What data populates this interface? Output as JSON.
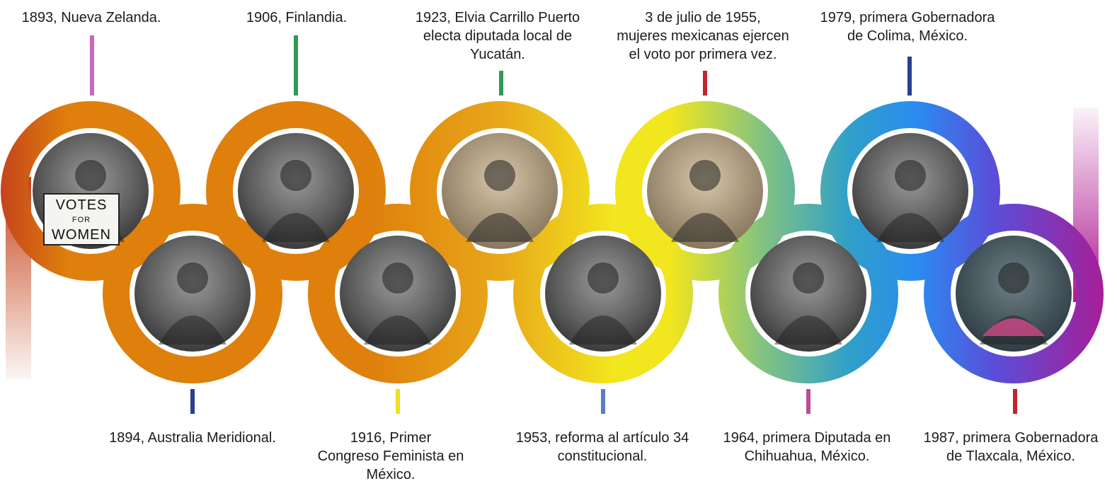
{
  "events": [
    {
      "id": "1893",
      "text": "1893, Nueva Zelanda.",
      "position": "top",
      "marker_color": "#c46ab6",
      "photo": {
        "icon": "votes-for-women-photo",
        "sign_lines": [
          "VOTES",
          "FOR",
          "WOMEN"
        ]
      }
    },
    {
      "id": "1894",
      "text": "1894, Australia Meridional.",
      "position": "bottom",
      "marker_color": "#2a3f8f",
      "photo": {
        "icon": "woman-casting-ballot-photo"
      }
    },
    {
      "id": "1906",
      "text": "1906, Finlandia.",
      "position": "top",
      "marker_color": "#2f9a55",
      "photo": {
        "icon": "group-of-women-photo"
      }
    },
    {
      "id": "1916",
      "text": "1916, Primer\nCongreso Feminista en\nMéxico.",
      "position": "bottom",
      "marker_color": "#f0e020",
      "photo": {
        "icon": "older-woman-voting-photo"
      }
    },
    {
      "id": "1923",
      "text": "1923, Elvia Carrillo Puerto\nelecta diputada local de\nYucatán.",
      "position": "top",
      "marker_color": "#2f9a55",
      "photo": {
        "icon": "elvia-carrillo-portrait-photo"
      }
    },
    {
      "id": "1953",
      "text": "1953, reforma al artículo 34\nconstitucional.",
      "position": "bottom",
      "marker_color": "#5a80c0",
      "photo": {
        "icon": "young-woman-voting-photo"
      }
    },
    {
      "id": "1955",
      "text": "3 de julio de 1955,\nmujeres mexicanas ejercen\nel voto por primera vez.",
      "position": "top",
      "marker_color": "#c0262c",
      "photo": {
        "icon": "women-at-table-photo"
      }
    },
    {
      "id": "1964",
      "text": "1964, primera Diputada en\nChihuahua, México.",
      "position": "bottom",
      "marker_color": "#c04a9a",
      "photo": {
        "icon": "woman-with-bow-portrait-photo"
      }
    },
    {
      "id": "1979",
      "text": "1979, primera Gobernadora\nde Colima, México.",
      "position": "top",
      "marker_color": "#2a3f8f",
      "photo": {
        "icon": "smiling-woman-portrait-photo"
      }
    },
    {
      "id": "1987",
      "text": "1987, primera Gobernadora\nde Tlaxcala, México.",
      "position": "bottom",
      "marker_color": "#c0262c",
      "photo": {
        "icon": "woman-in-embroidered-dress-photo"
      }
    }
  ],
  "colors": {
    "start_red": "#c4441c",
    "orange": "#df7f0c",
    "amber": "#e8a81a",
    "yellow": "#f2e61e",
    "green": "#86c47e",
    "teal": "#2fa0c8",
    "blue": "#2a8cf0",
    "indigo": "#5a4ed8",
    "magenta": "#b01890"
  }
}
